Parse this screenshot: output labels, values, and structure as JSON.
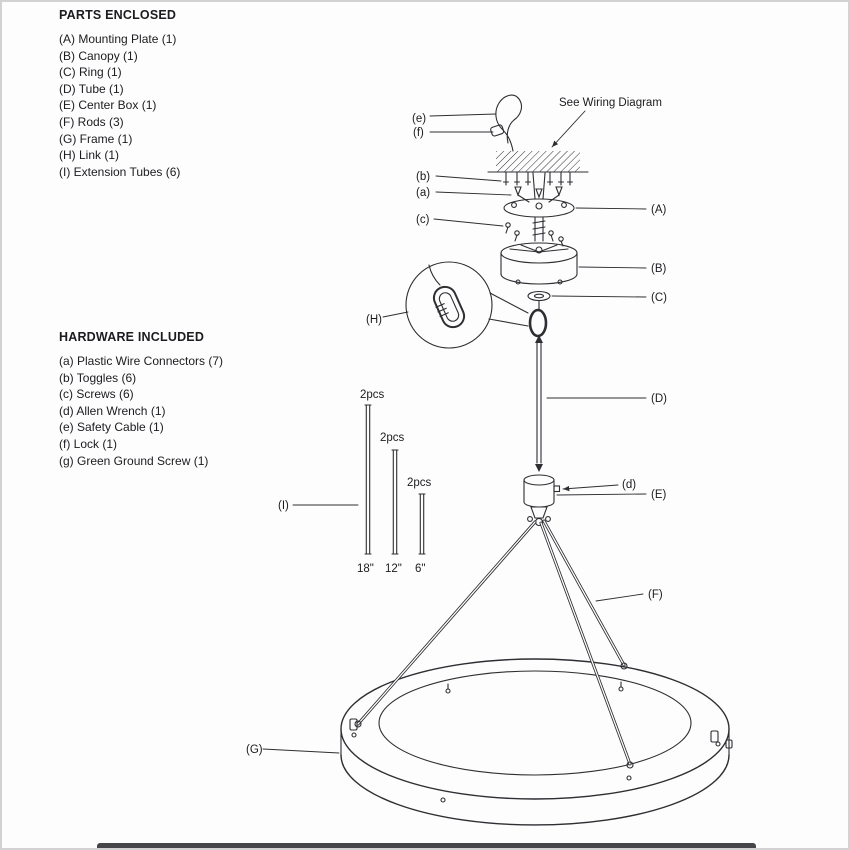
{
  "parts_enclosed": {
    "title": "PARTS ENCLOSED",
    "items": [
      "(A) Mounting Plate (1)",
      "(B) Canopy (1)",
      "(C) Ring (1)",
      "(D) Tube (1)",
      "(E) Center Box (1)",
      "(F) Rods (3)",
      "(G) Frame (1)",
      "(H) Link (1)",
      "(I) Extension Tubes (6)"
    ]
  },
  "hardware_included": {
    "title": "HARDWARE INCLUDED",
    "items": [
      "(a) Plastic Wire Connectors (7)",
      "(b) Toggles (6)",
      "(c) Screws (6)",
      "(d) Allen Wrench (1)",
      "(e) Safety Cable (1)",
      "(f) Lock (1)",
      "(g) Green Ground Screw (1)"
    ]
  },
  "diagram": {
    "see_wiring_note": "See Wiring Diagram",
    "qty_label": "2pcs",
    "tube_sizes": [
      "18\"",
      "12\"",
      "6\""
    ],
    "labels": {
      "A": "(A)",
      "B": "(B)",
      "C": "(C)",
      "D": "(D)",
      "E": "(E)",
      "F": "(F)",
      "G": "(G)",
      "H": "(H)",
      "I": "(I)",
      "a": "(a)",
      "b": "(b)",
      "c": "(c)",
      "d": "(d)",
      "e": "(e)",
      "f": "(f)"
    },
    "stroke_color": "#2e2e33"
  }
}
